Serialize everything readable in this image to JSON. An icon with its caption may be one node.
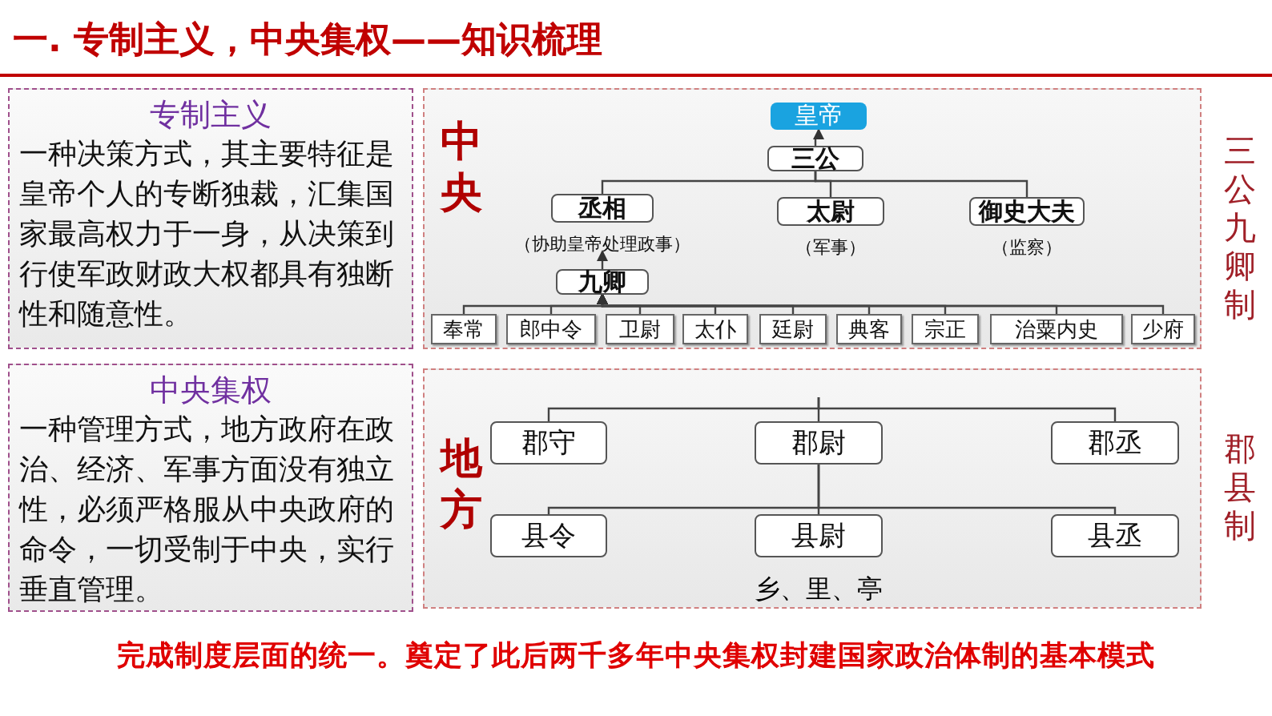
{
  "diagram": {
    "title": "一. 专制主义，中央集权——知识梳理",
    "caption": "完成制度层面的统一。奠定了此后两千多年中央集权封建国家政治体制的基本模式",
    "nodes": [
      {
        "text": [
          "专制主义",
          "一种决策方式，其主要特征是皇帝个人的专断独裁，汇集国家最高权力于一身，从决策到行使军政财政大权都具有独断性和随意性。"
        ]
      },
      {
        "text": [
          "中央"
        ],
        "beside": [
          "三公九卿制"
        ]
      },
      {
        "text": [
          "皇帝"
        ],
        "in": 1
      },
      {
        "text": [
          "三公"
        ],
        "in": 1
      },
      {
        "text": [
          "丞相"
        ],
        "beside": [
          "（协助皇帝处理政事）"
        ],
        "in": 1
      },
      {
        "text": [
          "太尉"
        ],
        "beside": [
          "（军事）"
        ],
        "in": 1
      },
      {
        "text": [
          "御史大夫"
        ],
        "beside": [
          "（监察）"
        ],
        "in": 1
      },
      {
        "text": [
          "九卿"
        ],
        "in": 1
      },
      {
        "text": [
          "奉常"
        ],
        "in": 1
      },
      {
        "text": [
          "郎中令"
        ],
        "in": 1
      },
      {
        "text": [
          "卫尉"
        ],
        "in": 1
      },
      {
        "text": [
          "太仆"
        ],
        "in": 1
      },
      {
        "text": [
          "廷尉"
        ],
        "in": 1
      },
      {
        "text": [
          "典客"
        ],
        "in": 1
      },
      {
        "text": [
          "宗正"
        ],
        "in": 1
      },
      {
        "text": [
          "治粟内史"
        ],
        "in": 1
      },
      {
        "text": [
          "少府"
        ],
        "in": 1
      },
      {
        "text": [
          "中央集权",
          "一种管理方式，地方政府在政治、经济、军事方面没有独立性，必须严格服从中央政府的命令，一切受制于中央，实行垂直管理。"
        ]
      },
      {
        "text": [
          "地方"
        ],
        "beside": [
          "郡县制"
        ]
      },
      {
        "text": [
          "郡守"
        ],
        "in": 18
      },
      {
        "text": [
          "郡尉"
        ],
        "in": 18
      },
      {
        "text": [
          "郡丞"
        ],
        "in": 18
      },
      {
        "text": [
          "县令"
        ],
        "in": 18
      },
      {
        "text": [
          "县尉"
        ],
        "beside": [
          "乡、里、亭"
        ],
        "in": 18
      },
      {
        "text": [
          "县丞"
        ],
        "in": 18
      }
    ],
    "edges": [
      {
        "from": 3,
        "to": 2,
        "arrow": "to"
      },
      {
        "from": 3,
        "to": 4,
        "arrow": "none"
      },
      {
        "from": 3,
        "to": 5,
        "arrow": "none"
      },
      {
        "from": 3,
        "to": 6,
        "arrow": "none"
      },
      {
        "from": 7,
        "to": 4,
        "arrow": "to"
      },
      {
        "from": 8,
        "to": 7,
        "arrow": "to"
      },
      {
        "from": 9,
        "to": 7,
        "arrow": "to"
      },
      {
        "from": 10,
        "to": 7,
        "arrow": "to"
      },
      {
        "from": 11,
        "to": 7,
        "arrow": "to"
      },
      {
        "from": 12,
        "to": 7,
        "arrow": "to"
      },
      {
        "from": 13,
        "to": 7,
        "arrow": "to"
      },
      {
        "from": 14,
        "to": 7,
        "arrow": "to"
      },
      {
        "from": 15,
        "to": 7,
        "arrow": "to"
      },
      {
        "from": 16,
        "to": 7,
        "arrow": "to"
      },
      {
        "from": null,
        "to": 19,
        "arrow": "none"
      },
      {
        "from": null,
        "to": 20,
        "arrow": "none"
      },
      {
        "from": null,
        "to": 21,
        "arrow": "none"
      },
      {
        "from": 20,
        "to": 22,
        "arrow": "none"
      },
      {
        "from": 20,
        "to": 23,
        "arrow": "none"
      },
      {
        "from": 20,
        "to": 24,
        "arrow": "none"
      }
    ]
  }
}
